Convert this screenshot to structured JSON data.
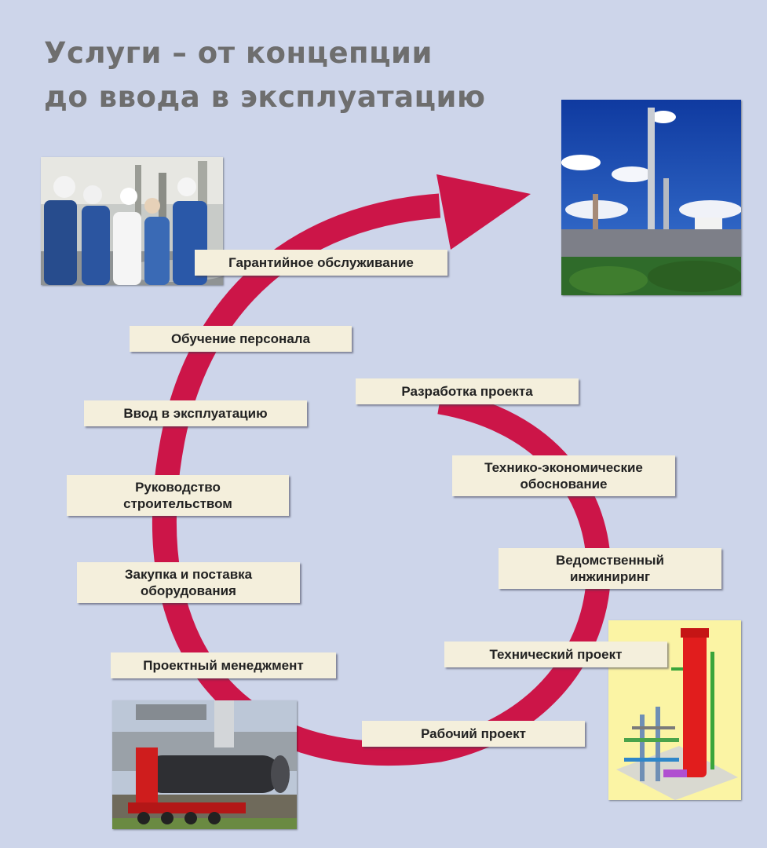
{
  "title": {
    "line1": "Услуги – от концепции",
    "line2": "до ввода в эксплуатацию"
  },
  "colors": {
    "background": "#cdd5ea",
    "arrow": "#cc1548",
    "label_bg": "#f4efdc",
    "title": "#6e6e6e"
  },
  "labels": {
    "warranty": "Гарантийное обслуживание",
    "training": "Обучение персонала",
    "commissioning": "Ввод в эксплуатацию",
    "construction_1": "Руководство",
    "construction_2": "строительством",
    "procurement_1": "Закупка и поставка",
    "procurement_2": "оборудования",
    "project_management": "Проектный менеджмент",
    "development": "Разработка проекта",
    "feasibility_1": "Технико-экономические",
    "feasibility_2": "обоснование",
    "engineering_1": "Ведомственный",
    "engineering_2": "инжиниринг",
    "technical_project": "Технический проект",
    "working_project": "Рабочий проект"
  },
  "photos": {
    "workers": "workers-photo",
    "refinery": "refinery-photo",
    "pipe": "pipe-transport-photo",
    "model": "3d-plant-model"
  }
}
